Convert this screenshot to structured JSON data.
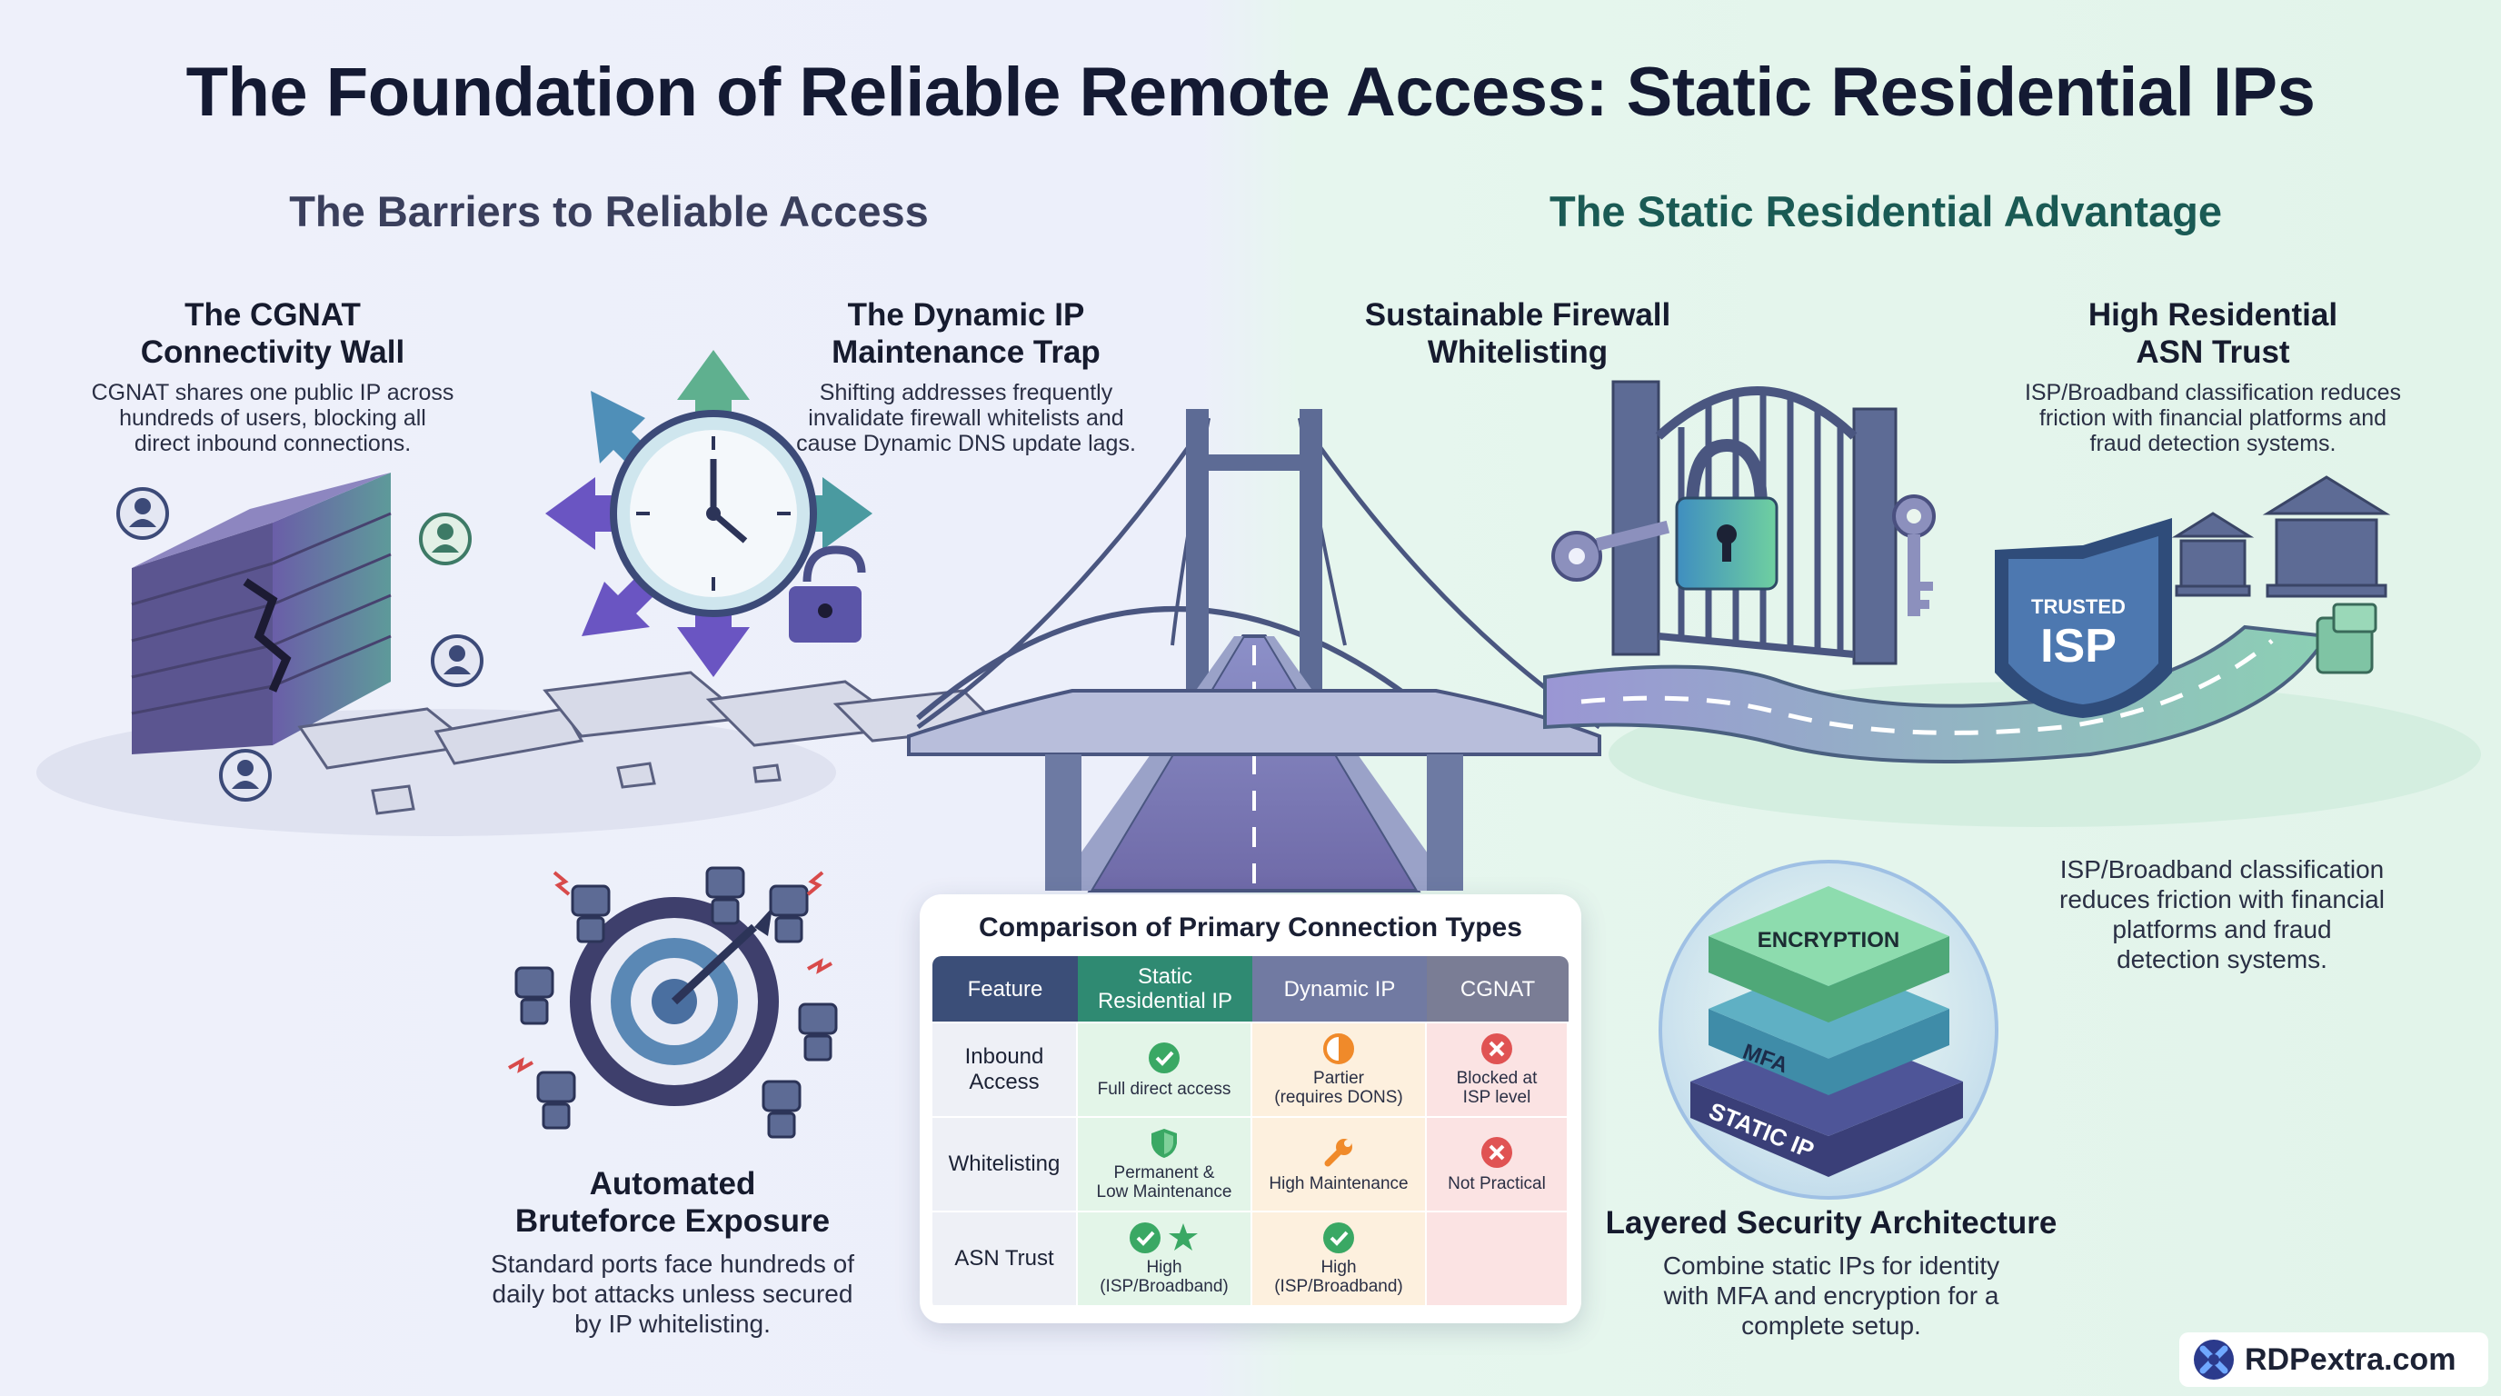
{
  "title": "The Foundation of Reliable Remote Access: Static Residential IPs",
  "left_header": "The Barriers to Reliable Access",
  "right_header": "The Static Residential Advantage",
  "sections": {
    "cgnat": {
      "title_l1": "The CGNAT",
      "title_l2": "Connectivity Wall",
      "desc_l1": "CGNAT shares one public IP across",
      "desc_l2": "hundreds of users, blocking all",
      "desc_l3": "direct inbound connections."
    },
    "dynamic": {
      "title_l1": "The Dynamic IP",
      "title_l2": "Maintenance Trap",
      "desc_l1": "Shifting addresses frequently",
      "desc_l2": "invalidate firewall whitelists and",
      "desc_l3": "cause Dynamic DNS update lags."
    },
    "firewall": {
      "title_l1": "Sustainable Firewall",
      "title_l2": "Whitelisting"
    },
    "asn": {
      "title_l1": "High Residential",
      "title_l2": "ASN Trust",
      "desc_l1": "ISP/Broadband classification reduces",
      "desc_l2": "friction with financial platforms and",
      "desc_l3": "fraud detection systems."
    },
    "asn_repeat": {
      "l1": "ISP/Broadband classification",
      "l2": "reduces friction with financial",
      "l3": "platforms and fraud",
      "l4": "detection systems."
    },
    "bruteforce": {
      "title_l1": "Automated",
      "title_l2": "Bruteforce Exposure",
      "desc_l1": "Standard ports face hundreds of",
      "desc_l2": "daily bot attacks unless secured",
      "desc_l3": "by IP whitelisting."
    },
    "layered": {
      "title": "Layered Security Architecture",
      "desc_l1": "Combine static IPs for identity",
      "desc_l2": "with MFA and encryption for a",
      "desc_l3": "complete setup."
    }
  },
  "art_labels": {
    "shield_top": "TRUSTED",
    "shield_main": "ISP",
    "layer_top": "ENCRYPTION",
    "layer_mid": "MFA",
    "layer_bottom": "STATIC IP"
  },
  "table": {
    "title": "Comparison of Primary Connection Types",
    "headers": {
      "feature": "Feature",
      "static_l1": "Static",
      "static_l2": "Residential IP",
      "dynamic": "Dynamic IP",
      "cgnat": "CGNAT"
    },
    "rows": [
      {
        "feature_l1": "Inbound",
        "feature_l2": "Access",
        "static_l1": "Full direct access",
        "dynamic_l1": "Partier",
        "dynamic_l2": "(requires DONS)",
        "cgnat_l1": "Blocked at",
        "cgnat_l2": "ISP level"
      },
      {
        "feature_l1": "Whitelisting",
        "static_l1": "Permanent &",
        "static_l2": "Low Maintenance",
        "dynamic_l1": "High Maintenance",
        "cgnat_l1": "Not Practical"
      },
      {
        "feature_l1": "ASN Trust",
        "static_l1": "High",
        "static_l2": "(ISP/Broadband)",
        "dynamic_l1": "High",
        "dynamic_l2": "(ISP/Broadband)"
      }
    ]
  },
  "logo": "RDPextra.com",
  "colors": {
    "check": "#3aa864",
    "cross": "#e05353",
    "partial": "#f08a2a",
    "header_static": "#2f8a72",
    "header_feature": "#3b4e78"
  }
}
